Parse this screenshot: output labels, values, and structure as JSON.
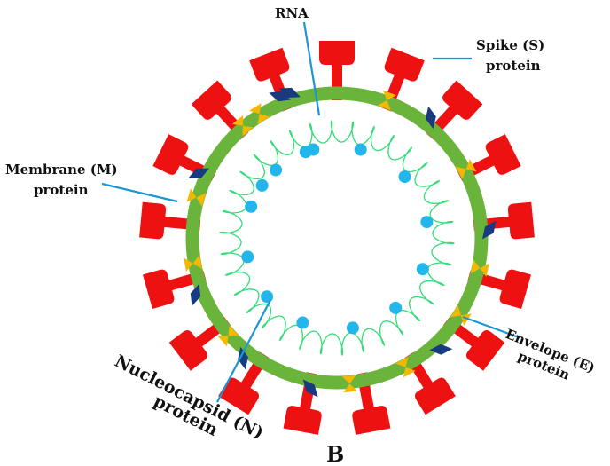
{
  "diagram": {
    "labels": {
      "rna": "RNA",
      "spike_line1": "Spike (S)",
      "spike_line2": "protein",
      "membrane_line1": "Membrane (M)",
      "membrane_line2": "protein",
      "envelope_line1": "Envelope (E)",
      "envelope_line2": "protein",
      "nucleocapsid_line1": "Nucleocapsid (N)",
      "nucleocapsid_line2": "protein",
      "panel": "B"
    },
    "colors": {
      "spike": "#ee1111",
      "envelope_ring": "#6ab43c",
      "rna_strand": "#33dd77",
      "nucleocapsid": "#22b6ea",
      "envelope_protein": "#173a80",
      "membrane_protein": "#f5b800",
      "pointer_line": "#1a96d6"
    }
  }
}
